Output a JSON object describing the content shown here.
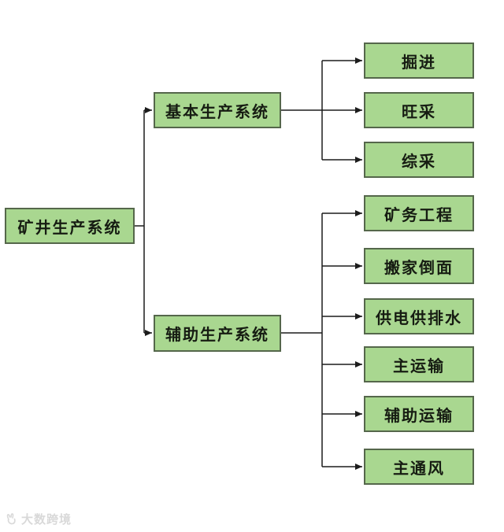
{
  "diagram": {
    "title_semantic": "mine-production-system-tree",
    "root": {
      "label": "矿井生产系统"
    },
    "branches": [
      {
        "label": "基本生产系统",
        "children": [
          {
            "label": "掘进"
          },
          {
            "label": "旺采"
          },
          {
            "label": "综采"
          }
        ]
      },
      {
        "label": "辅助生产系统",
        "children": [
          {
            "label": "矿务工程"
          },
          {
            "label": "搬家倒面"
          },
          {
            "label": "供电供排水"
          },
          {
            "label": "主运输"
          },
          {
            "label": "辅助运输"
          },
          {
            "label": "主通风"
          }
        ]
      }
    ]
  },
  "colors": {
    "node_fill": "#a9d790",
    "node_border": "#55674b",
    "connector": "#1c1c1c"
  },
  "watermark": {
    "icon": "hand-peace-logo-icon",
    "text": "大数跨境"
  }
}
